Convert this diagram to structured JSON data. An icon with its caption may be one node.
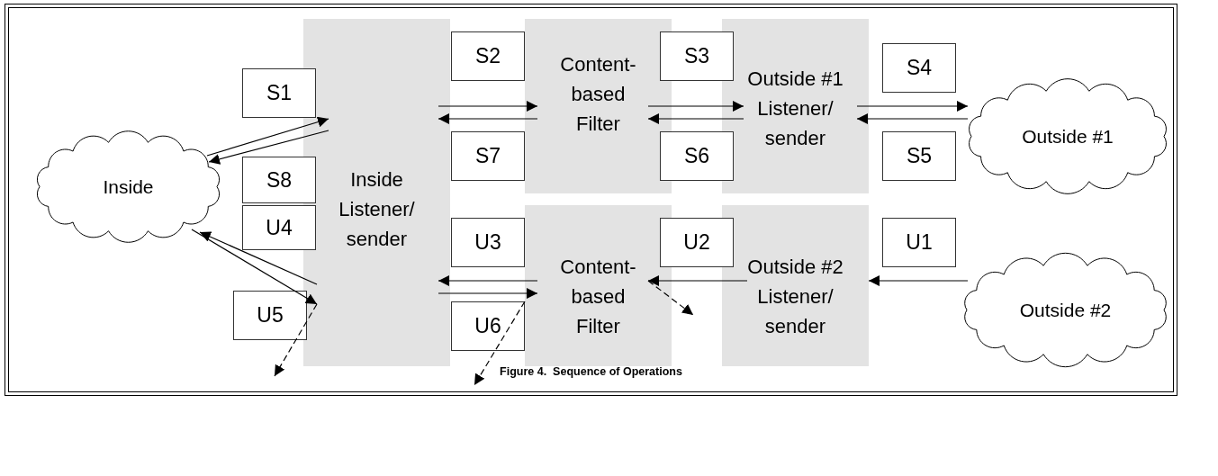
{
  "diagram": {
    "caption": "Figure 4.  Sequence of Operations",
    "nodes": [
      {
        "text": [
          "Inside"
        ]
      },
      {
        "text": [
          "Inside Listener/ sender"
        ]
      },
      {
        "text": [
          "Content- based Filter"
        ]
      },
      {
        "text": [
          "Outside #1 Listener/ sender"
        ]
      },
      {
        "text": [
          "Outside #1"
        ]
      },
      {
        "text": [
          "Content- based Filter"
        ]
      },
      {
        "text": [
          "Outside #2 Listener/ sender"
        ]
      },
      {
        "text": [
          "Outside #2"
        ]
      },
      {
        "text": [
          "S1"
        ]
      },
      {
        "text": [
          "S2"
        ]
      },
      {
        "text": [
          "S3"
        ]
      },
      {
        "text": [
          "S4"
        ]
      },
      {
        "text": [
          "S5"
        ]
      },
      {
        "text": [
          "S6"
        ]
      },
      {
        "text": [
          "S7"
        ]
      },
      {
        "text": [
          "S8"
        ]
      },
      {
        "text": [
          "U1"
        ]
      },
      {
        "text": [
          "U2"
        ]
      },
      {
        "text": [
          "U3"
        ]
      },
      {
        "text": [
          "U4"
        ]
      },
      {
        "text": [
          "U5"
        ]
      },
      {
        "text": [
          "U6"
        ]
      }
    ],
    "edges": [
      {
        "from": 0,
        "to": 1,
        "arrow": "to"
      },
      {
        "from": 1,
        "to": 0,
        "arrow": "to"
      },
      {
        "from": 1,
        "to": 2,
        "arrow": "to"
      },
      {
        "from": 2,
        "to": 1,
        "arrow": "to"
      },
      {
        "from": 2,
        "to": 3,
        "arrow": "to"
      },
      {
        "from": 3,
        "to": 2,
        "arrow": "to"
      },
      {
        "from": 3,
        "to": 4,
        "arrow": "to"
      },
      {
        "from": 4,
        "to": 3,
        "arrow": "to"
      },
      {
        "from": 7,
        "to": 6,
        "arrow": "to"
      },
      {
        "from": 6,
        "to": 5,
        "arrow": "to"
      },
      {
        "from": 5,
        "to": null,
        "arrow": "to",
        "style": "dashed"
      },
      {
        "from": 5,
        "to": 1,
        "arrow": "to"
      },
      {
        "from": 1,
        "to": 5,
        "arrow": "to"
      },
      {
        "from": 5,
        "to": null,
        "arrow": "to",
        "style": "dashed"
      },
      {
        "from": 1,
        "to": 0,
        "arrow": "to"
      },
      {
        "from": 0,
        "to": 1,
        "arrow": "to"
      },
      {
        "from": 1,
        "to": null,
        "arrow": "to",
        "style": "dashed"
      }
    ]
  }
}
